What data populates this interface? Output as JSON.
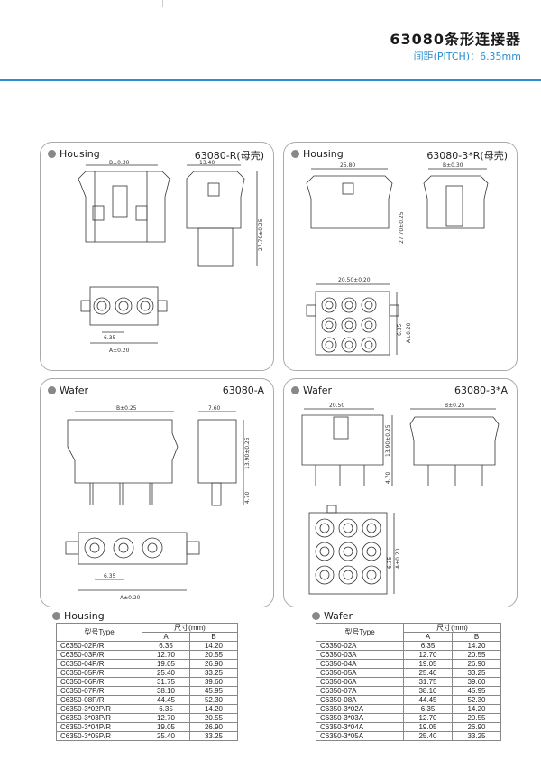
{
  "header": {
    "title": "63080条形连接器",
    "subtitle": "间距(PITCH)：6.35mm"
  },
  "panels": {
    "housing_single": {
      "label": "Housing",
      "part": "63080-R(母壳)",
      "dims": {
        "b": "B±0.30",
        "w": "13.40",
        "h": "27.70±0.25",
        "p": "6.35",
        "a": "A±0.20"
      }
    },
    "housing_multi": {
      "label": "Housing",
      "part": "63080-3*R(母壳)",
      "dims": {
        "w": "25.80",
        "b": "B±0.30",
        "h": "27.70±0.25",
        "w2": "20.50±0.20",
        "p": "6.35",
        "a": "A±0.20"
      }
    },
    "wafer_single": {
      "label": "Wafer",
      "part": "63080-A",
      "dims": {
        "b": "B±0.25",
        "w": "7.60",
        "h": "13.90±0.25",
        "l": "4.70",
        "p": "6.35",
        "a": "A±0.20"
      }
    },
    "wafer_multi": {
      "label": "Wafer",
      "part": "63080-3*A",
      "dims": {
        "w": "20.50",
        "b": "B±0.25",
        "h": "13.90±0.25",
        "l": "4.70",
        "p": "6.35",
        "a": "A±0.20"
      }
    }
  },
  "housing_table": {
    "label": "Housing",
    "col_type": "型号Type",
    "col_size": "尺寸(mm)",
    "col_a": "A",
    "col_b": "B",
    "rows": [
      [
        "C6350-02P/R",
        "6.35",
        "14.20"
      ],
      [
        "C6350-03P/R",
        "12.70",
        "20.55"
      ],
      [
        "C6350-04P/R",
        "19.05",
        "26.90"
      ],
      [
        "C6350-05P/R",
        "25.40",
        "33.25"
      ],
      [
        "C6350-06P/R",
        "31.75",
        "39.60"
      ],
      [
        "C6350-07P/R",
        "38.10",
        "45.95"
      ],
      [
        "C6350-08P/R",
        "44.45",
        "52.30"
      ],
      [
        "C6350-3*02P/R",
        "6.35",
        "14.20"
      ],
      [
        "C6350-3*03P/R",
        "12.70",
        "20.55"
      ],
      [
        "C6350-3*04P/R",
        "19.05",
        "26.90"
      ],
      [
        "C6350-3*05P/R",
        "25.40",
        "33.25"
      ]
    ]
  },
  "wafer_table": {
    "label": "Wafer",
    "col_type": "型号Type",
    "col_size": "尺寸(mm)",
    "col_a": "A",
    "col_b": "B",
    "rows": [
      [
        "C6350-02A",
        "6.35",
        "14.20"
      ],
      [
        "C6350-03A",
        "12.70",
        "20.55"
      ],
      [
        "C6350-04A",
        "19.05",
        "26.90"
      ],
      [
        "C6350-05A",
        "25.40",
        "33.25"
      ],
      [
        "C6350-06A",
        "31.75",
        "39.60"
      ],
      [
        "C6350-07A",
        "38.10",
        "45.95"
      ],
      [
        "C6350-08A",
        "44.45",
        "52.30"
      ],
      [
        "C6350-3*02A",
        "6.35",
        "14.20"
      ],
      [
        "C6350-3*03A",
        "12.70",
        "20.55"
      ],
      [
        "C6350-3*04A",
        "19.05",
        "26.90"
      ],
      [
        "C6350-3*05A",
        "25.40",
        "33.25"
      ]
    ]
  }
}
